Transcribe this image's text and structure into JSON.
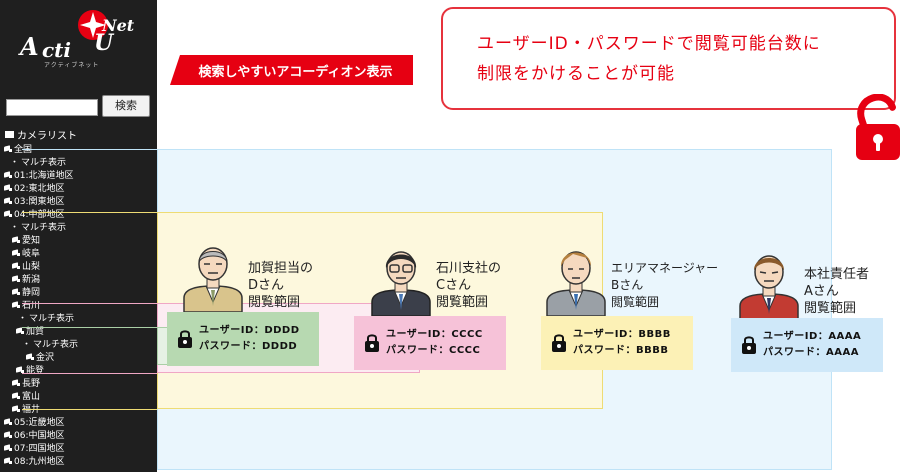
{
  "logo": {
    "brand_a": "A",
    "brand_cti": "cti",
    "brand_net": "Net",
    "brand_u": "U",
    "subtitle": "アクティブネット"
  },
  "search": {
    "placeholder": "",
    "button_label": "検索"
  },
  "sidebar": {
    "list_title": "カメラリスト",
    "items": [
      {
        "label": "全国",
        "kind": "camera"
      },
      {
        "label": "マルチ表示",
        "kind": "bullet"
      },
      {
        "label": "01:北海道地区",
        "kind": "camera"
      },
      {
        "label": "02:東北地区",
        "kind": "camera"
      },
      {
        "label": "03:関東地区",
        "kind": "camera"
      },
      {
        "label": "04:中部地区",
        "kind": "camera"
      },
      {
        "label": "マルチ表示",
        "kind": "bullet"
      },
      {
        "label": "愛知",
        "kind": "camera"
      },
      {
        "label": "岐阜",
        "kind": "camera"
      },
      {
        "label": "山梨",
        "kind": "camera"
      },
      {
        "label": "新潟",
        "kind": "camera"
      },
      {
        "label": "静岡",
        "kind": "camera"
      },
      {
        "label": "石川",
        "kind": "camera"
      },
      {
        "label": "マルチ表示",
        "kind": "bullet"
      },
      {
        "label": "加賀",
        "kind": "camera"
      },
      {
        "label": "マルチ表示",
        "kind": "bullet"
      },
      {
        "label": "金沢",
        "kind": "camera"
      },
      {
        "label": "能登",
        "kind": "camera"
      },
      {
        "label": "長野",
        "kind": "camera"
      },
      {
        "label": "富山",
        "kind": "camera"
      },
      {
        "label": "福井",
        "kind": "camera"
      },
      {
        "label": "05:近畿地区",
        "kind": "camera"
      },
      {
        "label": "06:中国地区",
        "kind": "camera"
      },
      {
        "label": "07:四国地区",
        "kind": "camera"
      },
      {
        "label": "08:九州地区",
        "kind": "camera"
      }
    ]
  },
  "badge": {
    "label": "検索しやすいアコーディオン表示"
  },
  "callout": {
    "line1": "ユーザーID・パスワードで閲覧可能台数に",
    "line2": "制限をかけることが可能"
  },
  "people": [
    {
      "name": "加賀担当の\nDさん\n閲覧範囲",
      "user_id": "ユーザーID：DDDD",
      "password": "パスワード：DDDD"
    },
    {
      "name": "石川支社の\nCさん\n閲覧範囲",
      "user_id": "ユーザーID：CCCC",
      "password": "パスワード：CCCC"
    },
    {
      "name": "エリアマネージャー\nBさん\n閲覧範囲",
      "user_id": "ユーザーID：BBBB",
      "password": "パスワード：BBBB"
    },
    {
      "name": "本社責任者\nAさん\n閲覧範囲",
      "user_id": "ユーザーID：AAAA",
      "password": "パスワード：AAAA"
    }
  ],
  "colors": {
    "accent_red": "#e60012",
    "region_all": "#eaf6fd",
    "region_chubu": "#fdf8dd",
    "region_ishikawa": "#fcecf2",
    "region_kaga": "#e6f1e4"
  }
}
